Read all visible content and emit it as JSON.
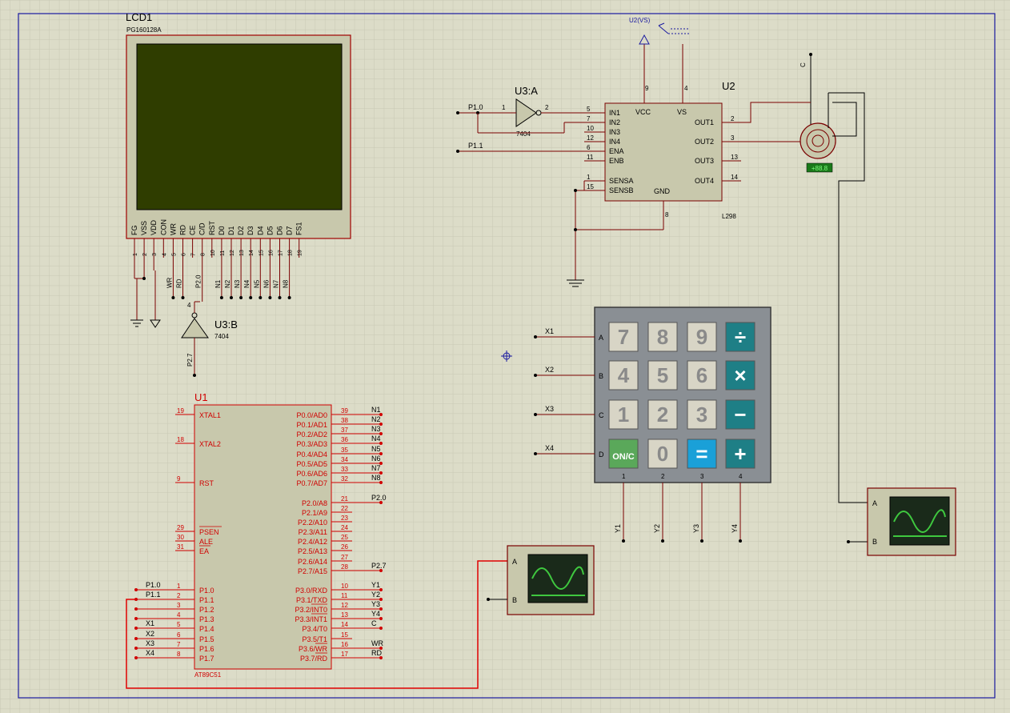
{
  "lcd": {
    "ref": "LCD1",
    "part": "PG160128A",
    "pins": [
      "FG",
      "VSS",
      "VDD",
      "CON",
      "WR",
      "RD",
      "CE",
      "C/D",
      "RST",
      "D0",
      "D1",
      "D2",
      "D3",
      "D4",
      "D5",
      "D6",
      "D7",
      "FS1"
    ],
    "pin_numbers": [
      "1",
      "2",
      "3",
      "4",
      "5",
      "6",
      "7",
      "8",
      "10",
      "11",
      "12",
      "13",
      "14",
      "15",
      "16",
      "17",
      "18",
      "19"
    ],
    "nets": [
      "WR",
      "RD",
      "P2.0",
      "N1",
      "N2",
      "N3",
      "N4",
      "N5",
      "N6",
      "N7",
      "N8"
    ]
  },
  "u3b": {
    "ref": "U3:B",
    "part": "7404",
    "pin": "4",
    "net": "P2.7"
  },
  "u3a": {
    "ref": "U3:A",
    "part": "7404",
    "pin_in": "1",
    "pin_out": "2",
    "net_in": "P1.0",
    "net_b": "P1.1"
  },
  "u2": {
    "ref": "U2",
    "part": "L298",
    "power_label": "U2(VS)",
    "left_pins": [
      {
        "name": "IN1",
        "num": "5"
      },
      {
        "name": "IN2",
        "num": "7"
      },
      {
        "name": "IN3",
        "num": "10"
      },
      {
        "name": "IN4",
        "num": "12"
      },
      {
        "name": "ENA",
        "num": "6"
      },
      {
        "name": "ENB",
        "num": "11"
      },
      {
        "name": "SENSA",
        "num": "1"
      },
      {
        "name": "SENSB",
        "num": "15"
      }
    ],
    "right_pins": [
      {
        "name": "OUT1",
        "num": "2"
      },
      {
        "name": "OUT2",
        "num": "3"
      },
      {
        "name": "OUT3",
        "num": "13"
      },
      {
        "name": "OUT4",
        "num": "14"
      }
    ],
    "top_pins": [
      {
        "name": "VCC",
        "num": "9"
      },
      {
        "name": "VS",
        "num": "4"
      }
    ],
    "gnd_pin": {
      "name": "GND",
      "num": "8"
    }
  },
  "motor": {
    "label": "C",
    "display": "+88.8"
  },
  "keypad": {
    "rows": [
      "A",
      "B",
      "C",
      "D"
    ],
    "row_nets": [
      "X1",
      "X2",
      "X3",
      "X4"
    ],
    "cols": [
      "1",
      "2",
      "3",
      "4"
    ],
    "col_nets": [
      "Y1",
      "Y2",
      "Y3",
      "Y4"
    ],
    "keys": [
      "7",
      "8",
      "9",
      "÷",
      "4",
      "5",
      "6",
      "×",
      "1",
      "2",
      "3",
      "−",
      "ON/C",
      "0",
      "=",
      "+"
    ],
    "colors": {
      "grey": "#d8d5c6",
      "teal": "#1e7f86",
      "blue": "#1aa0d8",
      "green": "#5aa85a"
    }
  },
  "u1": {
    "ref": "U1",
    "part": "AT89C51",
    "left_pins": [
      {
        "name": "XTAL1",
        "num": "19"
      },
      {
        "name": "XTAL2",
        "num": "18"
      },
      {
        "name": "RST",
        "num": "9"
      },
      {
        "name": "PSEN",
        "num": "29"
      },
      {
        "name": "ALE",
        "num": "30"
      },
      {
        "name": "EA",
        "num": "31"
      },
      {
        "name": "P1.0",
        "num": "1",
        "net": "P1.0"
      },
      {
        "name": "P1.1",
        "num": "2",
        "net": "P1.1"
      },
      {
        "name": "P1.2",
        "num": "3",
        "net": ""
      },
      {
        "name": "P1.3",
        "num": "4",
        "net": ""
      },
      {
        "name": "P1.4",
        "num": "5",
        "net": "X1"
      },
      {
        "name": "P1.5",
        "num": "6",
        "net": "X2"
      },
      {
        "name": "P1.6",
        "num": "7",
        "net": "X3"
      },
      {
        "name": "P1.7",
        "num": "8",
        "net": "X4"
      }
    ],
    "right_pins": [
      {
        "name": "P0.0/AD0",
        "num": "39",
        "net": "N1"
      },
      {
        "name": "P0.1/AD1",
        "num": "38",
        "net": "N2"
      },
      {
        "name": "P0.2/AD2",
        "num": "37",
        "net": "N3"
      },
      {
        "name": "P0.3/AD3",
        "num": "36",
        "net": "N4"
      },
      {
        "name": "P0.4/AD4",
        "num": "35",
        "net": "N5"
      },
      {
        "name": "P0.5/AD5",
        "num": "34",
        "net": "N6"
      },
      {
        "name": "P0.6/AD6",
        "num": "33",
        "net": "N7"
      },
      {
        "name": "P0.7/AD7",
        "num": "32",
        "net": "N8"
      },
      {
        "name": "P2.0/A8",
        "num": "21",
        "net": "P2.0"
      },
      {
        "name": "P2.1/A9",
        "num": "22",
        "net": ""
      },
      {
        "name": "P2.2/A10",
        "num": "23",
        "net": ""
      },
      {
        "name": "P2.3/A11",
        "num": "24",
        "net": ""
      },
      {
        "name": "P2.4/A12",
        "num": "25",
        "net": ""
      },
      {
        "name": "P2.5/A13",
        "num": "26",
        "net": ""
      },
      {
        "name": "P2.6/A14",
        "num": "27",
        "net": ""
      },
      {
        "name": "P2.7/A15",
        "num": "28",
        "net": "P2.7"
      },
      {
        "name": "P3.0/RXD",
        "num": "10",
        "net": "Y1"
      },
      {
        "name": "P3.1/TXD",
        "num": "11",
        "net": "Y2"
      },
      {
        "name": "P3.2/INT0",
        "num": "12",
        "net": "Y3"
      },
      {
        "name": "P3.3/INT1",
        "num": "13",
        "net": "Y4"
      },
      {
        "name": "P3.4/T0",
        "num": "14",
        "net": "C"
      },
      {
        "name": "P3.5/T1",
        "num": "15",
        "net": ""
      },
      {
        "name": "P3.6/WR",
        "num": "16",
        "net": "WR"
      },
      {
        "name": "P3.7/RD",
        "num": "17",
        "net": "RD"
      }
    ]
  },
  "scope1": {
    "inputs": [
      "A",
      "B"
    ]
  },
  "scope2": {
    "inputs": [
      "A",
      "B"
    ]
  },
  "colors": {
    "background": "#dcdcc8",
    "grid": "#c8c8b4",
    "wire": "#7a0000",
    "red": "#d00000",
    "border": "#1a1aa0",
    "chip_fill": "#c8c8ac",
    "lcd_screen": "#2f3d00"
  }
}
